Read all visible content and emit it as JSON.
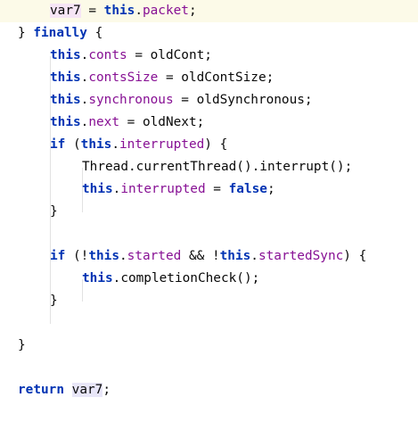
{
  "editor": {
    "current_line_index": 0,
    "lines": [
      {
        "indent": 1,
        "tokens": [
          {
            "t": "var7",
            "c": "plain",
            "hl": "write"
          },
          {
            "t": " = ",
            "c": "plain"
          },
          {
            "t": "this",
            "c": "kw"
          },
          {
            "t": ".",
            "c": "plain"
          },
          {
            "t": "packet",
            "c": "fld"
          },
          {
            "t": ";",
            "c": "plain"
          }
        ]
      },
      {
        "indent": 0,
        "tokens": [
          {
            "t": "} ",
            "c": "plain"
          },
          {
            "t": "finally",
            "c": "kw"
          },
          {
            "t": " {",
            "c": "plain"
          }
        ]
      },
      {
        "indent": 1,
        "tokens": [
          {
            "t": "this",
            "c": "kw"
          },
          {
            "t": ".",
            "c": "plain"
          },
          {
            "t": "conts",
            "c": "fld"
          },
          {
            "t": " = oldCont;",
            "c": "plain"
          }
        ]
      },
      {
        "indent": 1,
        "tokens": [
          {
            "t": "this",
            "c": "kw"
          },
          {
            "t": ".",
            "c": "plain"
          },
          {
            "t": "contsSize",
            "c": "fld"
          },
          {
            "t": " = oldContSize;",
            "c": "plain"
          }
        ]
      },
      {
        "indent": 1,
        "tokens": [
          {
            "t": "this",
            "c": "kw"
          },
          {
            "t": ".",
            "c": "plain"
          },
          {
            "t": "synchronous",
            "c": "fld"
          },
          {
            "t": " = oldSynchronous;",
            "c": "plain"
          }
        ]
      },
      {
        "indent": 1,
        "tokens": [
          {
            "t": "this",
            "c": "kw"
          },
          {
            "t": ".",
            "c": "plain"
          },
          {
            "t": "next",
            "c": "fld"
          },
          {
            "t": " = oldNext;",
            "c": "plain"
          }
        ]
      },
      {
        "indent": 1,
        "tokens": [
          {
            "t": "if",
            "c": "kw"
          },
          {
            "t": " (",
            "c": "plain"
          },
          {
            "t": "this",
            "c": "kw"
          },
          {
            "t": ".",
            "c": "plain"
          },
          {
            "t": "interrupted",
            "c": "fld"
          },
          {
            "t": ") {",
            "c": "plain"
          }
        ]
      },
      {
        "indent": 2,
        "tokens": [
          {
            "t": "Thread.",
            "c": "plain"
          },
          {
            "t": "currentThread",
            "c": "plain"
          },
          {
            "t": "().interrupt();",
            "c": "plain"
          }
        ]
      },
      {
        "indent": 2,
        "tokens": [
          {
            "t": "this",
            "c": "kw"
          },
          {
            "t": ".",
            "c": "plain"
          },
          {
            "t": "interrupted",
            "c": "fld"
          },
          {
            "t": " = ",
            "c": "plain"
          },
          {
            "t": "false",
            "c": "kw"
          },
          {
            "t": ";",
            "c": "plain"
          }
        ]
      },
      {
        "indent": 1,
        "tokens": [
          {
            "t": "}",
            "c": "plain"
          }
        ]
      },
      {
        "indent": 0,
        "tokens": []
      },
      {
        "indent": 1,
        "tokens": [
          {
            "t": "if",
            "c": "kw"
          },
          {
            "t": " (!",
            "c": "plain"
          },
          {
            "t": "this",
            "c": "kw"
          },
          {
            "t": ".",
            "c": "plain"
          },
          {
            "t": "started",
            "c": "fld"
          },
          {
            "t": " && !",
            "c": "plain"
          },
          {
            "t": "this",
            "c": "kw"
          },
          {
            "t": ".",
            "c": "plain"
          },
          {
            "t": "startedSync",
            "c": "fld"
          },
          {
            "t": ") {",
            "c": "plain"
          }
        ]
      },
      {
        "indent": 2,
        "tokens": [
          {
            "t": "this",
            "c": "kw"
          },
          {
            "t": ".completionCheck();",
            "c": "plain"
          }
        ]
      },
      {
        "indent": 1,
        "tokens": [
          {
            "t": "}",
            "c": "plain"
          }
        ]
      },
      {
        "indent": 0,
        "tokens": []
      },
      {
        "indent": 0,
        "tokens": [
          {
            "t": "}",
            "c": "plain"
          }
        ]
      },
      {
        "indent": 0,
        "tokens": []
      },
      {
        "indent": 0,
        "tokens": [
          {
            "t": "return",
            "c": "kw"
          },
          {
            "t": " ",
            "c": "plain"
          },
          {
            "t": "var7",
            "c": "plain",
            "hl": "read"
          },
          {
            "t": ";",
            "c": "plain"
          }
        ]
      }
    ]
  }
}
